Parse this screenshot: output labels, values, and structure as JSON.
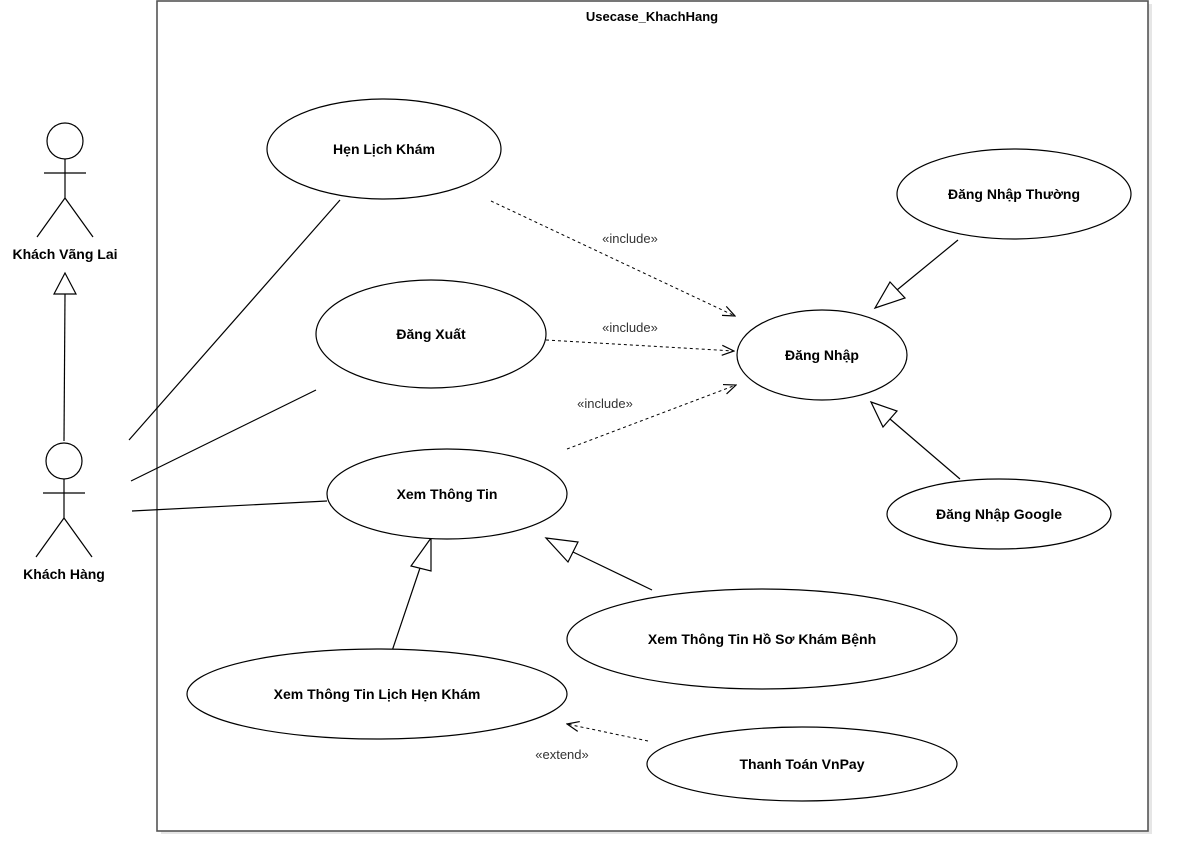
{
  "system": {
    "title": "Usecase_KhachHang"
  },
  "actors": {
    "guest": "Khách Vãng Lai",
    "customer": "Khách Hàng"
  },
  "usecases": {
    "book_appointment": "Hẹn Lịch Khám",
    "logout": "Đăng Xuất",
    "view_info": "Xem Thông Tin",
    "view_appointment_info": "Xem Thông Tin Lịch Hẹn Khám",
    "view_medical_record": "Xem Thông Tin Hồ Sơ Khám Bệnh",
    "vnpay_payment": "Thanh Toán VnPay",
    "login": "Đăng Nhập",
    "login_normal": "Đăng Nhập Thường",
    "login_google": "Đăng Nhập Google"
  },
  "relations": {
    "include_1": "«include»",
    "include_2": "«include»",
    "include_3": "«include»",
    "extend_1": "«extend»"
  }
}
